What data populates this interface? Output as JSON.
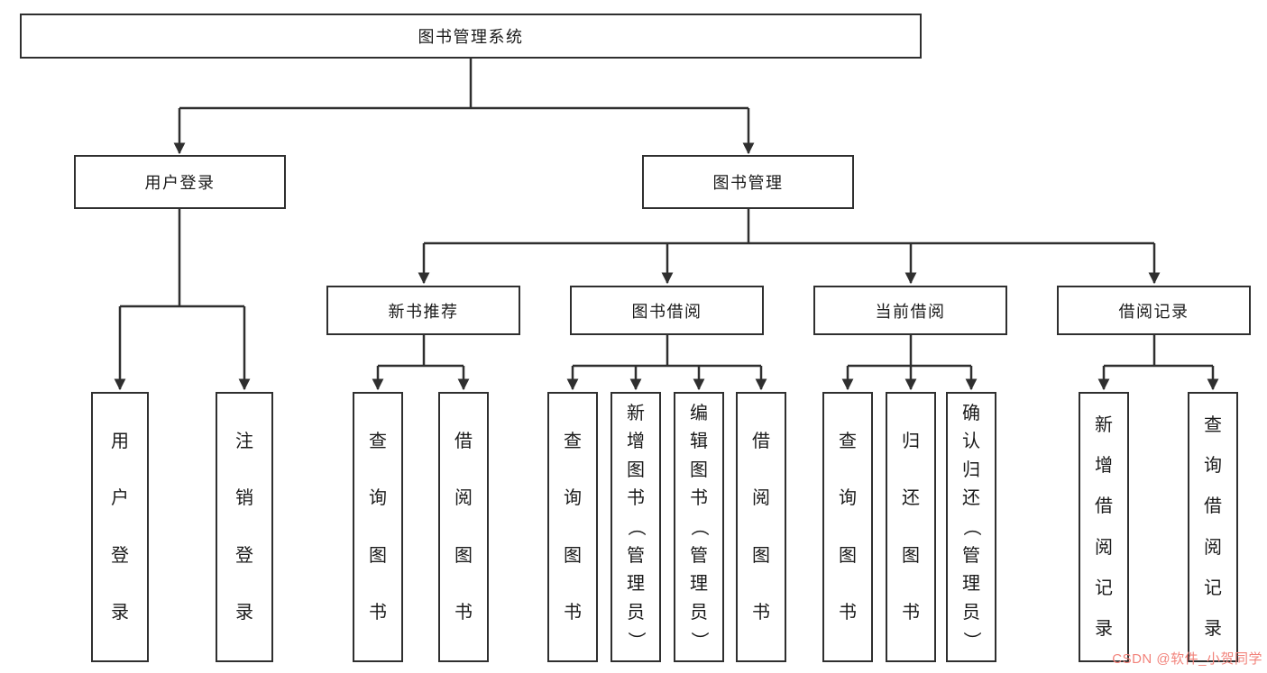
{
  "colors": {
    "line": "#2f2f2f",
    "box_border": "#2f2f2f",
    "text": "#1a1a1a",
    "background": "#ffffff",
    "watermark": "#f2837b"
  },
  "tree": {
    "root": "图书管理系统",
    "children": [
      {
        "label": "用户登录",
        "children": [
          "用户登录",
          "注销登录"
        ]
      },
      {
        "label": "图书管理",
        "children": [
          {
            "label": "新书推荐",
            "children": [
              "查询图书",
              "借阅图书"
            ]
          },
          {
            "label": "图书借阅",
            "children": [
              "查询图书",
              "新增图书（管理员）",
              "编辑图书（管理员）",
              "借阅图书"
            ]
          },
          {
            "label": "当前借阅",
            "children": [
              "查询图书",
              "归还图书",
              "确认归还（管理员）"
            ]
          },
          {
            "label": "借阅记录",
            "children": [
              "新增借阅记录",
              "查询借阅记录"
            ]
          }
        ]
      }
    ]
  },
  "watermark": {
    "text": "CSDN @软件_小贺同学"
  }
}
